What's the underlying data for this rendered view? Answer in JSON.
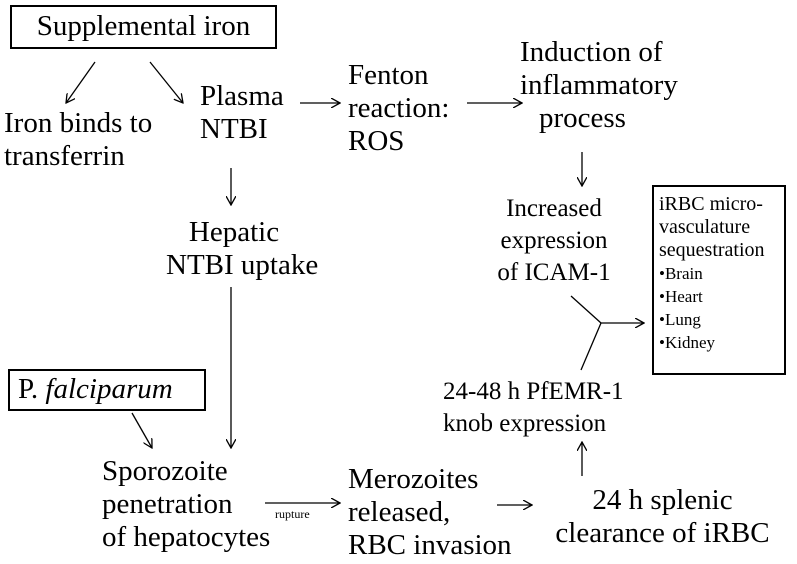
{
  "nodes": {
    "supplemental_iron": "Supplemental iron",
    "iron_binds": [
      "Iron binds to",
      "transferrin"
    ],
    "plasma_ntbi": [
      "Plasma",
      "NTBI"
    ],
    "fenton": [
      "Fenton",
      "reaction:",
      "ROS"
    ],
    "induction": [
      "Induction of",
      "inflammatory",
      "process"
    ],
    "icam": [
      "Increased",
      "expression",
      "of ICAM-1"
    ],
    "hepatic": [
      "Hepatic",
      "NTBI uptake"
    ],
    "pfalciparum": {
      "prefix": "P. ",
      "italic": "falciparum"
    },
    "sporozoite": [
      "Sporozoite",
      "penetration",
      "of hepatocytes"
    ],
    "rupture": "rupture",
    "merozoites": [
      "Merozoites",
      "released,",
      "RBC invasion"
    ],
    "splenic": [
      "24 h splenic",
      "clearance of iRBC"
    ],
    "pfemr": [
      "24-48 h PfEMR-1",
      "knob expression"
    ],
    "sequestration": {
      "title": [
        "iRBC micro-",
        "vasculature",
        "sequestration"
      ],
      "organs": [
        "•Brain",
        "•Heart",
        "•Lung",
        "•Kidney"
      ]
    }
  }
}
